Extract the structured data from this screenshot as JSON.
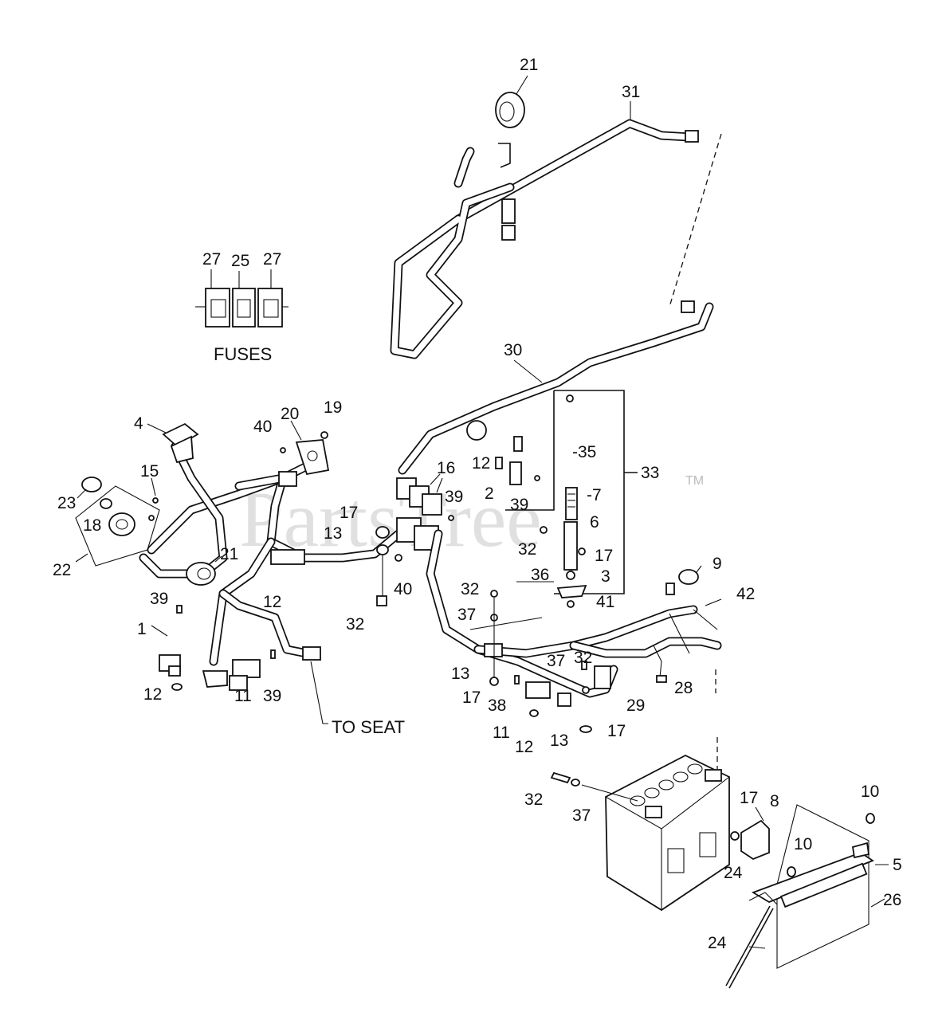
{
  "watermark": "PartsTree",
  "trademark": "TM",
  "captions": {
    "fuses": "FUSES",
    "to_seat": "TO SEAT"
  },
  "callouts": {
    "c21a": "21",
    "c31": "31",
    "c27a": "27",
    "c25": "25",
    "c27b": "27",
    "c30": "30",
    "c4": "4",
    "c20": "20",
    "c19": "19",
    "c40a": "40",
    "c23": "23",
    "c15": "15",
    "c18": "18",
    "c22": "22",
    "c21b": "21",
    "c16": "16",
    "c12a": "12",
    "c35": "-35",
    "c33": "33",
    "c39a": "39",
    "c2": "2",
    "c39b": "39",
    "c17a": "17",
    "c13a": "13",
    "c40b": "40",
    "c7": "-7",
    "c6": "6",
    "c32a": "32",
    "c17b": "17",
    "c36": "36",
    "c3": "3",
    "c41": "41",
    "c9": "9",
    "c42": "42",
    "c39c": "39",
    "c1": "1",
    "c12b": "12",
    "c12c": "12",
    "c11a": "11",
    "c39d": "39",
    "c32b": "32",
    "c32c": "32",
    "c37a": "37",
    "c37b": "37",
    "c32d": "32",
    "c13b": "13",
    "c17c": "17",
    "c38": "38",
    "c11b": "11",
    "c12d": "12",
    "c13c": "13",
    "c17d": "17",
    "c29": "29",
    "c28": "28",
    "c32e": "32",
    "c37c": "37",
    "c17e": "17",
    "c8": "8",
    "c10a": "10",
    "c10b": "10",
    "c24a": "24",
    "c5": "5",
    "c26": "26",
    "c24b": "24"
  }
}
